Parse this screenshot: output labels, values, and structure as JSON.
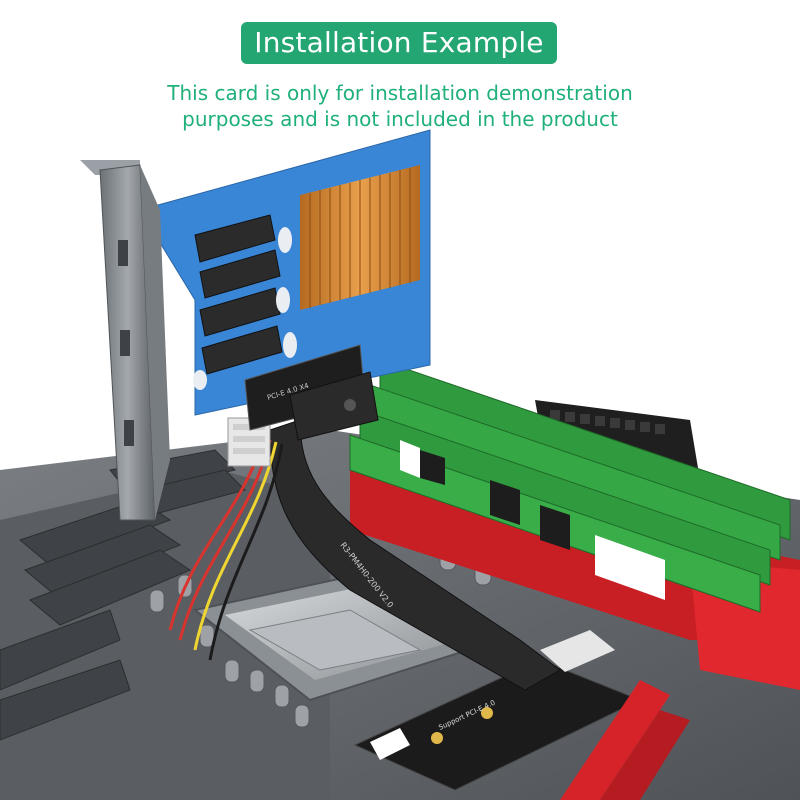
{
  "header": {
    "title": "Installation Example",
    "subtitle_line1": "This card is only for installation demonstration",
    "subtitle_line2": "purposes and is not included in the product"
  },
  "colors": {
    "title_bg": "#23a672",
    "subtitle_text": "#20b07a",
    "card_pcb": "#3a86d6",
    "heatsink": "#d48a35",
    "ram": "#2f9a3e",
    "ram_slots": "#d6232a",
    "bracket": "#8f959b",
    "riser_cable": "#2a2a2a",
    "motherboard": "#6b6f74"
  },
  "labels": {
    "riser_cable_print": "R3-PM4H0-200 V2.0",
    "adapter_print": "Support PCI-E 4.0",
    "slot_print": "PCI-E 4.0 X4"
  }
}
